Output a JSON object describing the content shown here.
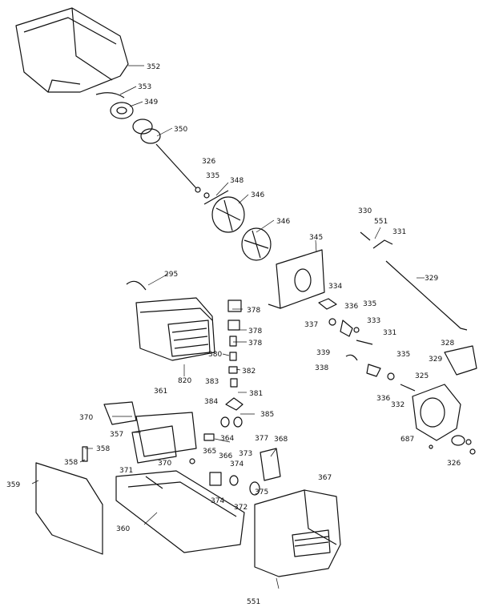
{
  "labels": {
    "l352": "352",
    "l353": "353",
    "l349": "349",
    "l350": "350",
    "l326a": "326",
    "l335a": "335",
    "l348": "348",
    "l346a": "346",
    "l346b": "346",
    "l345": "345",
    "l330": "330",
    "l551a": "551",
    "l331a": "331",
    "l329a": "329",
    "l295": "295",
    "l378a": "378",
    "l378b": "378",
    "l378c": "378",
    "l334": "334",
    "l336a": "336",
    "l335b": "335",
    "l337": "337",
    "l333": "333",
    "l331b": "331",
    "l328": "328",
    "l339": "339",
    "l338": "338",
    "l335c": "335",
    "l329b": "329",
    "l380": "380",
    "l382": "382",
    "l820": "820",
    "l383": "383",
    "l381": "381",
    "l336b": "336",
    "l325": "325",
    "l332": "332",
    "l384": "384",
    "l385": "385",
    "l370a": "370",
    "l361": "361",
    "l377": "377",
    "l357": "357",
    "l364": "364",
    "l368": "368",
    "l687": "687",
    "l326b": "326",
    "l358a": "358",
    "l365": "365",
    "l370b": "370",
    "l366": "366",
    "l373": "373",
    "l374a": "374",
    "l358b": "358",
    "l371": "371",
    "l375": "375",
    "l367": "367",
    "l359": "359",
    "l374b": "374",
    "l372": "372",
    "l360": "360",
    "l551b": "551"
  }
}
